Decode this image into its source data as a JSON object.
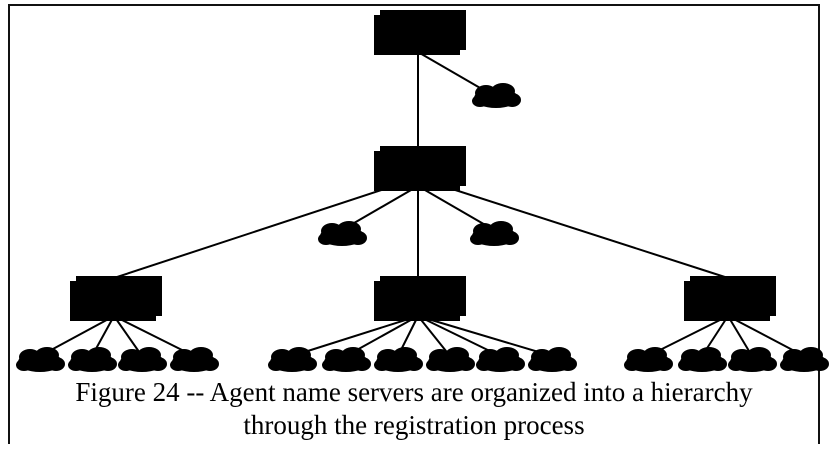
{
  "figure": {
    "caption_line1": "Figure 24 -- Agent name servers are organized into a hierarchy",
    "caption_line2": "through the registration process"
  },
  "diagram": {
    "root": {
      "role": "name-server",
      "agents": 1,
      "children": [
        {
          "role": "name-server",
          "agents": 2,
          "children": [
            {
              "role": "name-server",
              "agents": 4
            },
            {
              "role": "name-server",
              "agents": 6
            },
            {
              "role": "name-server",
              "agents": 4
            }
          ]
        }
      ]
    }
  },
  "colors": {
    "ink": "#000000",
    "background": "#ffffff"
  }
}
